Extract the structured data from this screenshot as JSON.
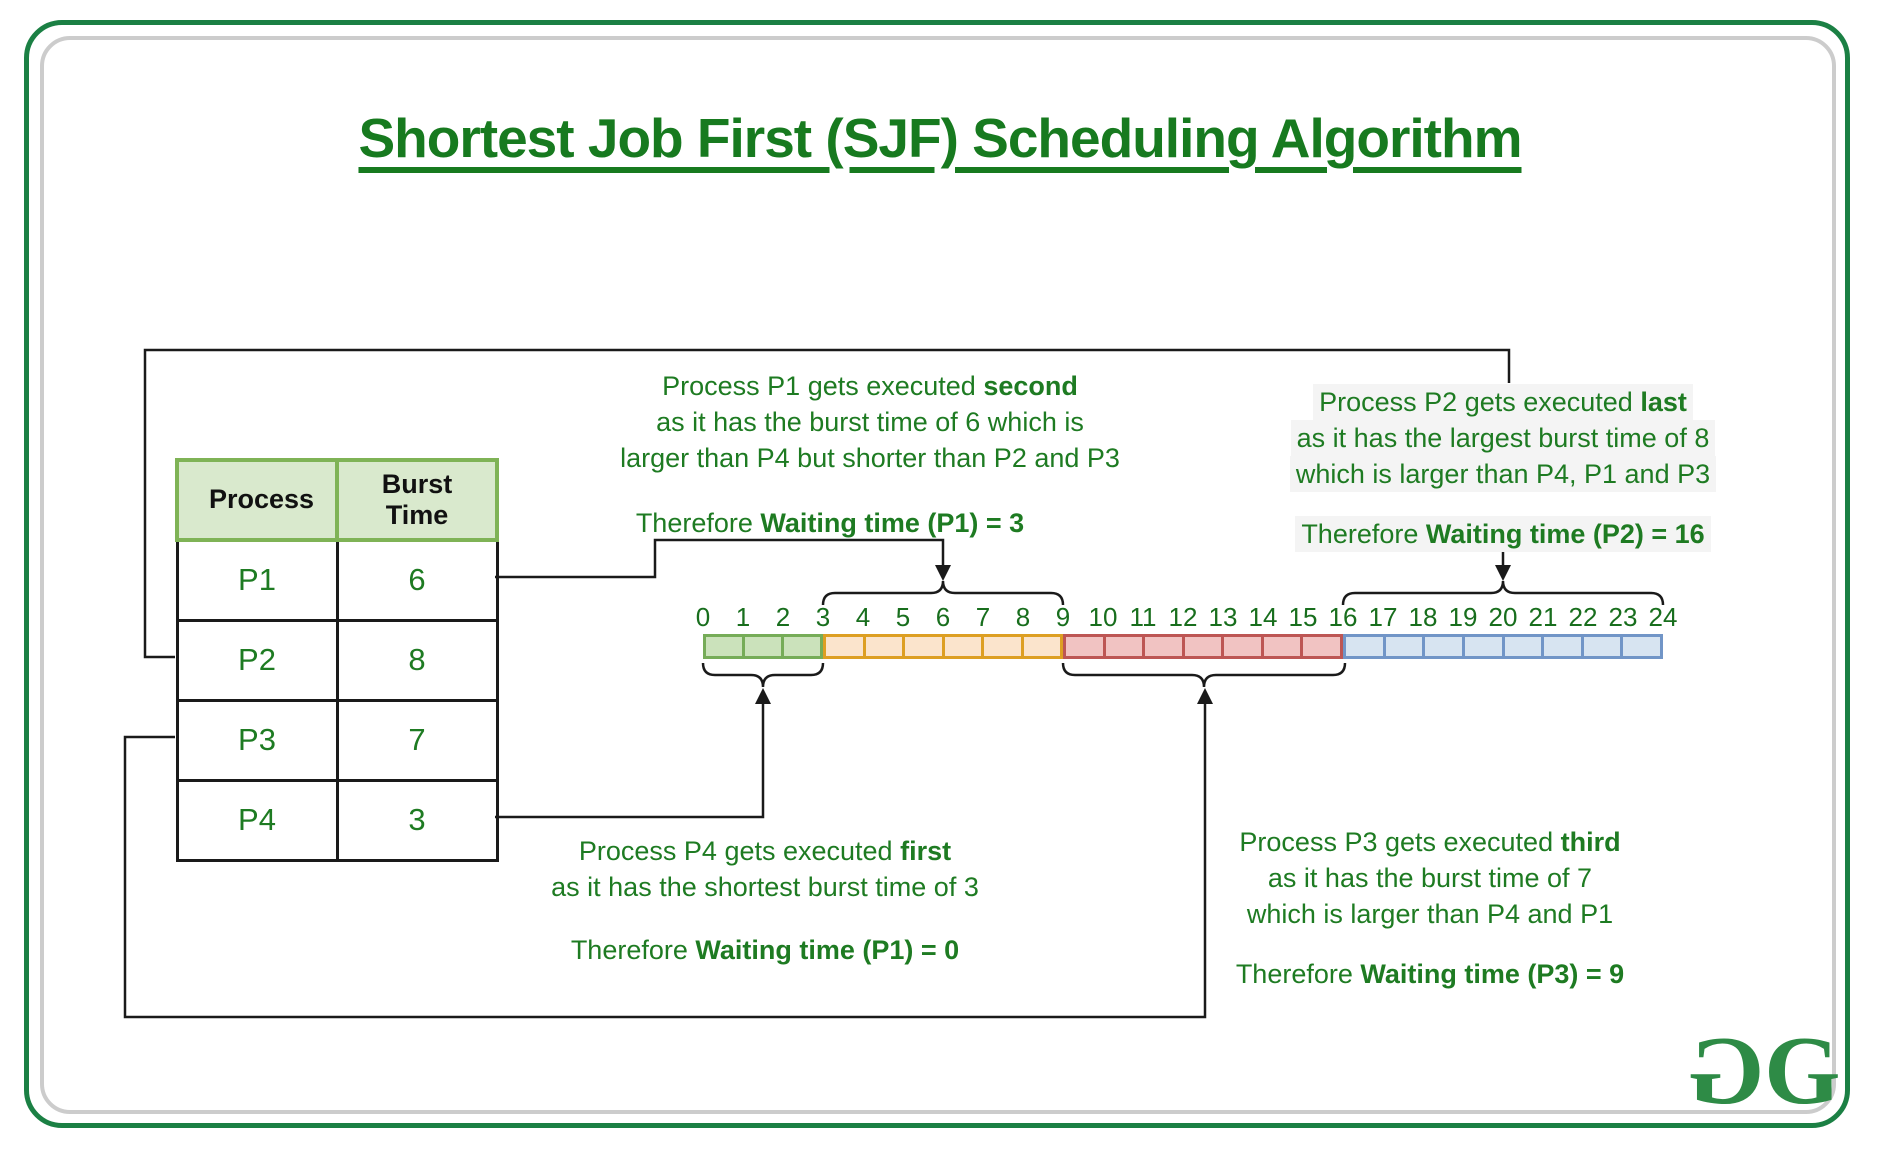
{
  "title": "Shortest Job First (SJF) Scheduling Algorithm",
  "table": {
    "headers": [
      "Process",
      "Burst Time"
    ],
    "rows": [
      {
        "process": "P1",
        "burst": "6"
      },
      {
        "process": "P2",
        "burst": "8"
      },
      {
        "process": "P3",
        "burst": "7"
      },
      {
        "process": "P4",
        "burst": "3"
      }
    ]
  },
  "chart_data": {
    "type": "gantt",
    "title": "SJF execution order timeline",
    "axis": {
      "min": 0,
      "max": 24,
      "step": 1
    },
    "tick_labels": [
      "0",
      "1",
      "2",
      "3",
      "4",
      "5",
      "6",
      "7",
      "8",
      "9",
      "10",
      "11",
      "12",
      "13",
      "14",
      "15",
      "16",
      "17",
      "18",
      "19",
      "20",
      "21",
      "22",
      "23",
      "24"
    ],
    "segments": [
      {
        "process": "P4",
        "order": "first",
        "start": 0,
        "end": 3,
        "fill": "#cbe2bb",
        "border": "#76ac58"
      },
      {
        "process": "P1",
        "order": "second",
        "start": 3,
        "end": 9,
        "fill": "#fbe4cc",
        "border": "#dd9f23"
      },
      {
        "process": "P3",
        "order": "third",
        "start": 9,
        "end": 16,
        "fill": "#f1c3c2",
        "border": "#bd5654"
      },
      {
        "process": "P2",
        "order": "last",
        "start": 16,
        "end": 24,
        "fill": "#d7e4f1",
        "border": "#7195c7"
      }
    ],
    "waiting_times": {
      "P4": 0,
      "P1": 3,
      "P3": 9,
      "P2": 16
    }
  },
  "notes": {
    "p1": {
      "lead": "Process P1 gets executed ",
      "lead_bold": "second",
      "line2": "as it has the burst time of 6 which is",
      "line3": "larger than P4 but shorter than P2 and P3",
      "therefore": "Therefore ",
      "therefore_bold": "Waiting time (P1) = 3"
    },
    "p2": {
      "lead": "Process P2 gets executed ",
      "lead_bold": "last",
      "line2": "as it has the largest burst time of 8",
      "line3": "which is larger than P4, P1 and P3",
      "therefore": "Therefore ",
      "therefore_bold": "Waiting time (P2) = 16"
    },
    "p4": {
      "lead": "Process P4 gets executed ",
      "lead_bold": "first",
      "line2": "as it has the shortest burst time of 3",
      "therefore": "Therefore ",
      "therefore_bold": "Waiting time (P1) = 0"
    },
    "p3": {
      "lead": "Process P3 gets executed ",
      "lead_bold": "third",
      "line2": "as it has the burst time of 7",
      "line3": "which is larger than P4 and P1",
      "therefore": "Therefore ",
      "therefore_bold": "Waiting time (P3) = 9"
    }
  },
  "logo": {
    "g": "G"
  },
  "colors": {
    "title_green": "#177a1f",
    "text_green": "#1e7b22",
    "logo_green": "#2e8b46",
    "frame_green": "#1b8044",
    "frame_gray": "#cccccc",
    "table_header_bg": "#d9e9cd",
    "table_header_border": "#7fb356",
    "connector_black": "#1a1a1a"
  }
}
